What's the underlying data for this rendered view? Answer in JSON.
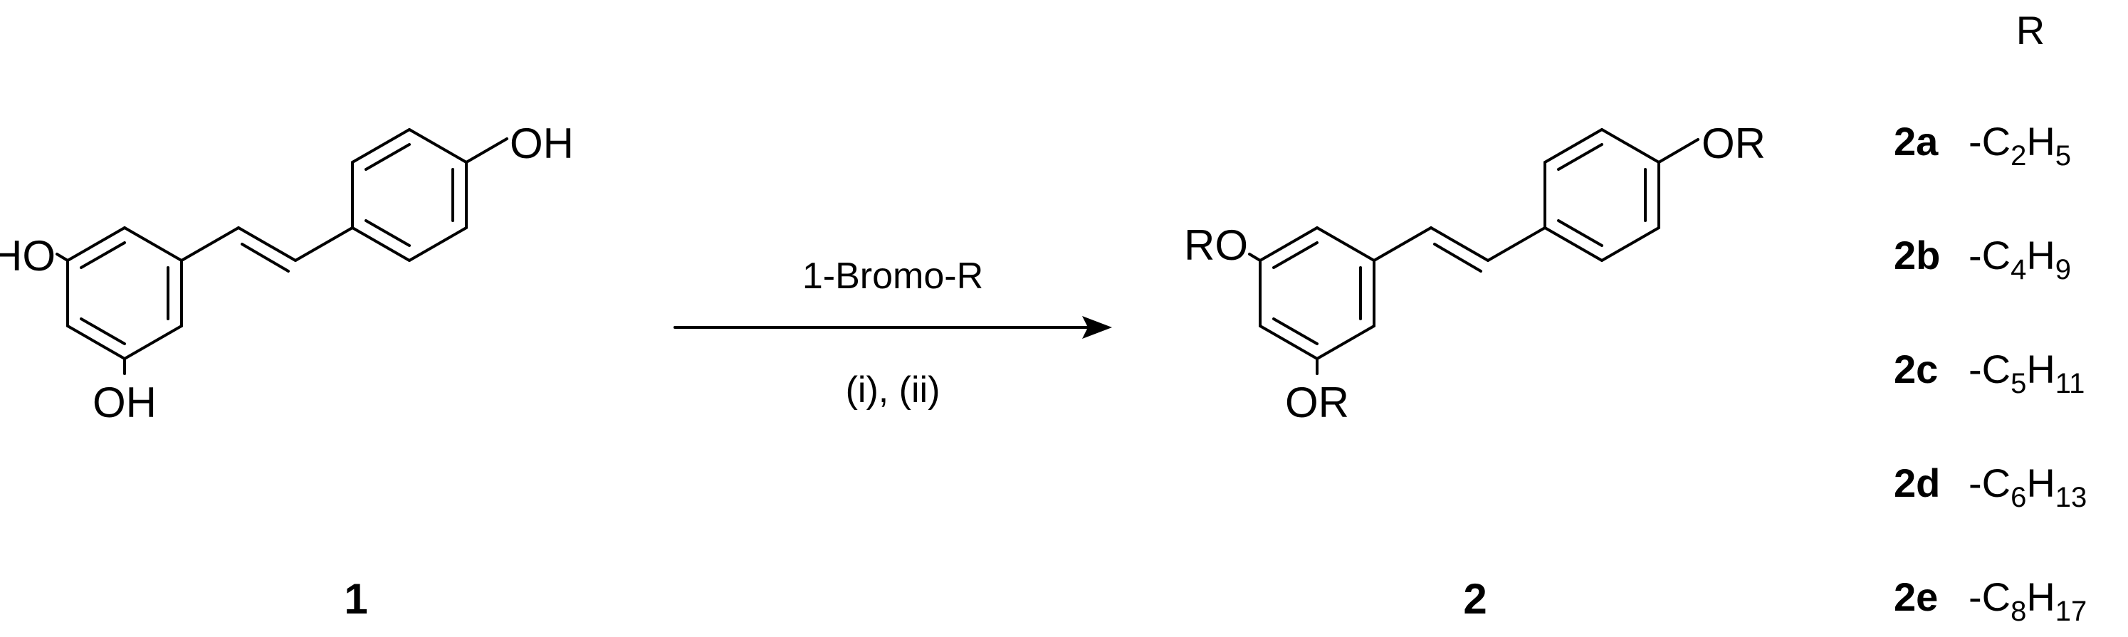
{
  "compound1": {
    "label": "1",
    "substituents": {
      "oh_para": "OH",
      "oh_meta_top": "HO",
      "oh_meta_bottom": "OH"
    }
  },
  "arrow": {
    "reagent": "1-Bromo-R",
    "conditions": "(i), (ii)"
  },
  "compound2": {
    "label": "2",
    "substituents": {
      "or_para": "OR",
      "or_meta_top": "RO",
      "or_meta_bottom": "OR"
    }
  },
  "r_table": {
    "header": "R",
    "rows": [
      {
        "id": "2a",
        "prefix": "-C",
        "n_c": "2",
        "h": "H",
        "n_h": "5"
      },
      {
        "id": "2b",
        "prefix": "-C",
        "n_c": "4",
        "h": "H",
        "n_h": "9"
      },
      {
        "id": "2c",
        "prefix": "-C",
        "n_c": "5",
        "h": "H",
        "n_h": "11"
      },
      {
        "id": "2d",
        "prefix": "-C",
        "n_c": "6",
        "h": "H",
        "n_h": "13"
      },
      {
        "id": "2e",
        "prefix": "-C",
        "n_c": "8",
        "h": "H",
        "n_h": "17"
      }
    ]
  }
}
